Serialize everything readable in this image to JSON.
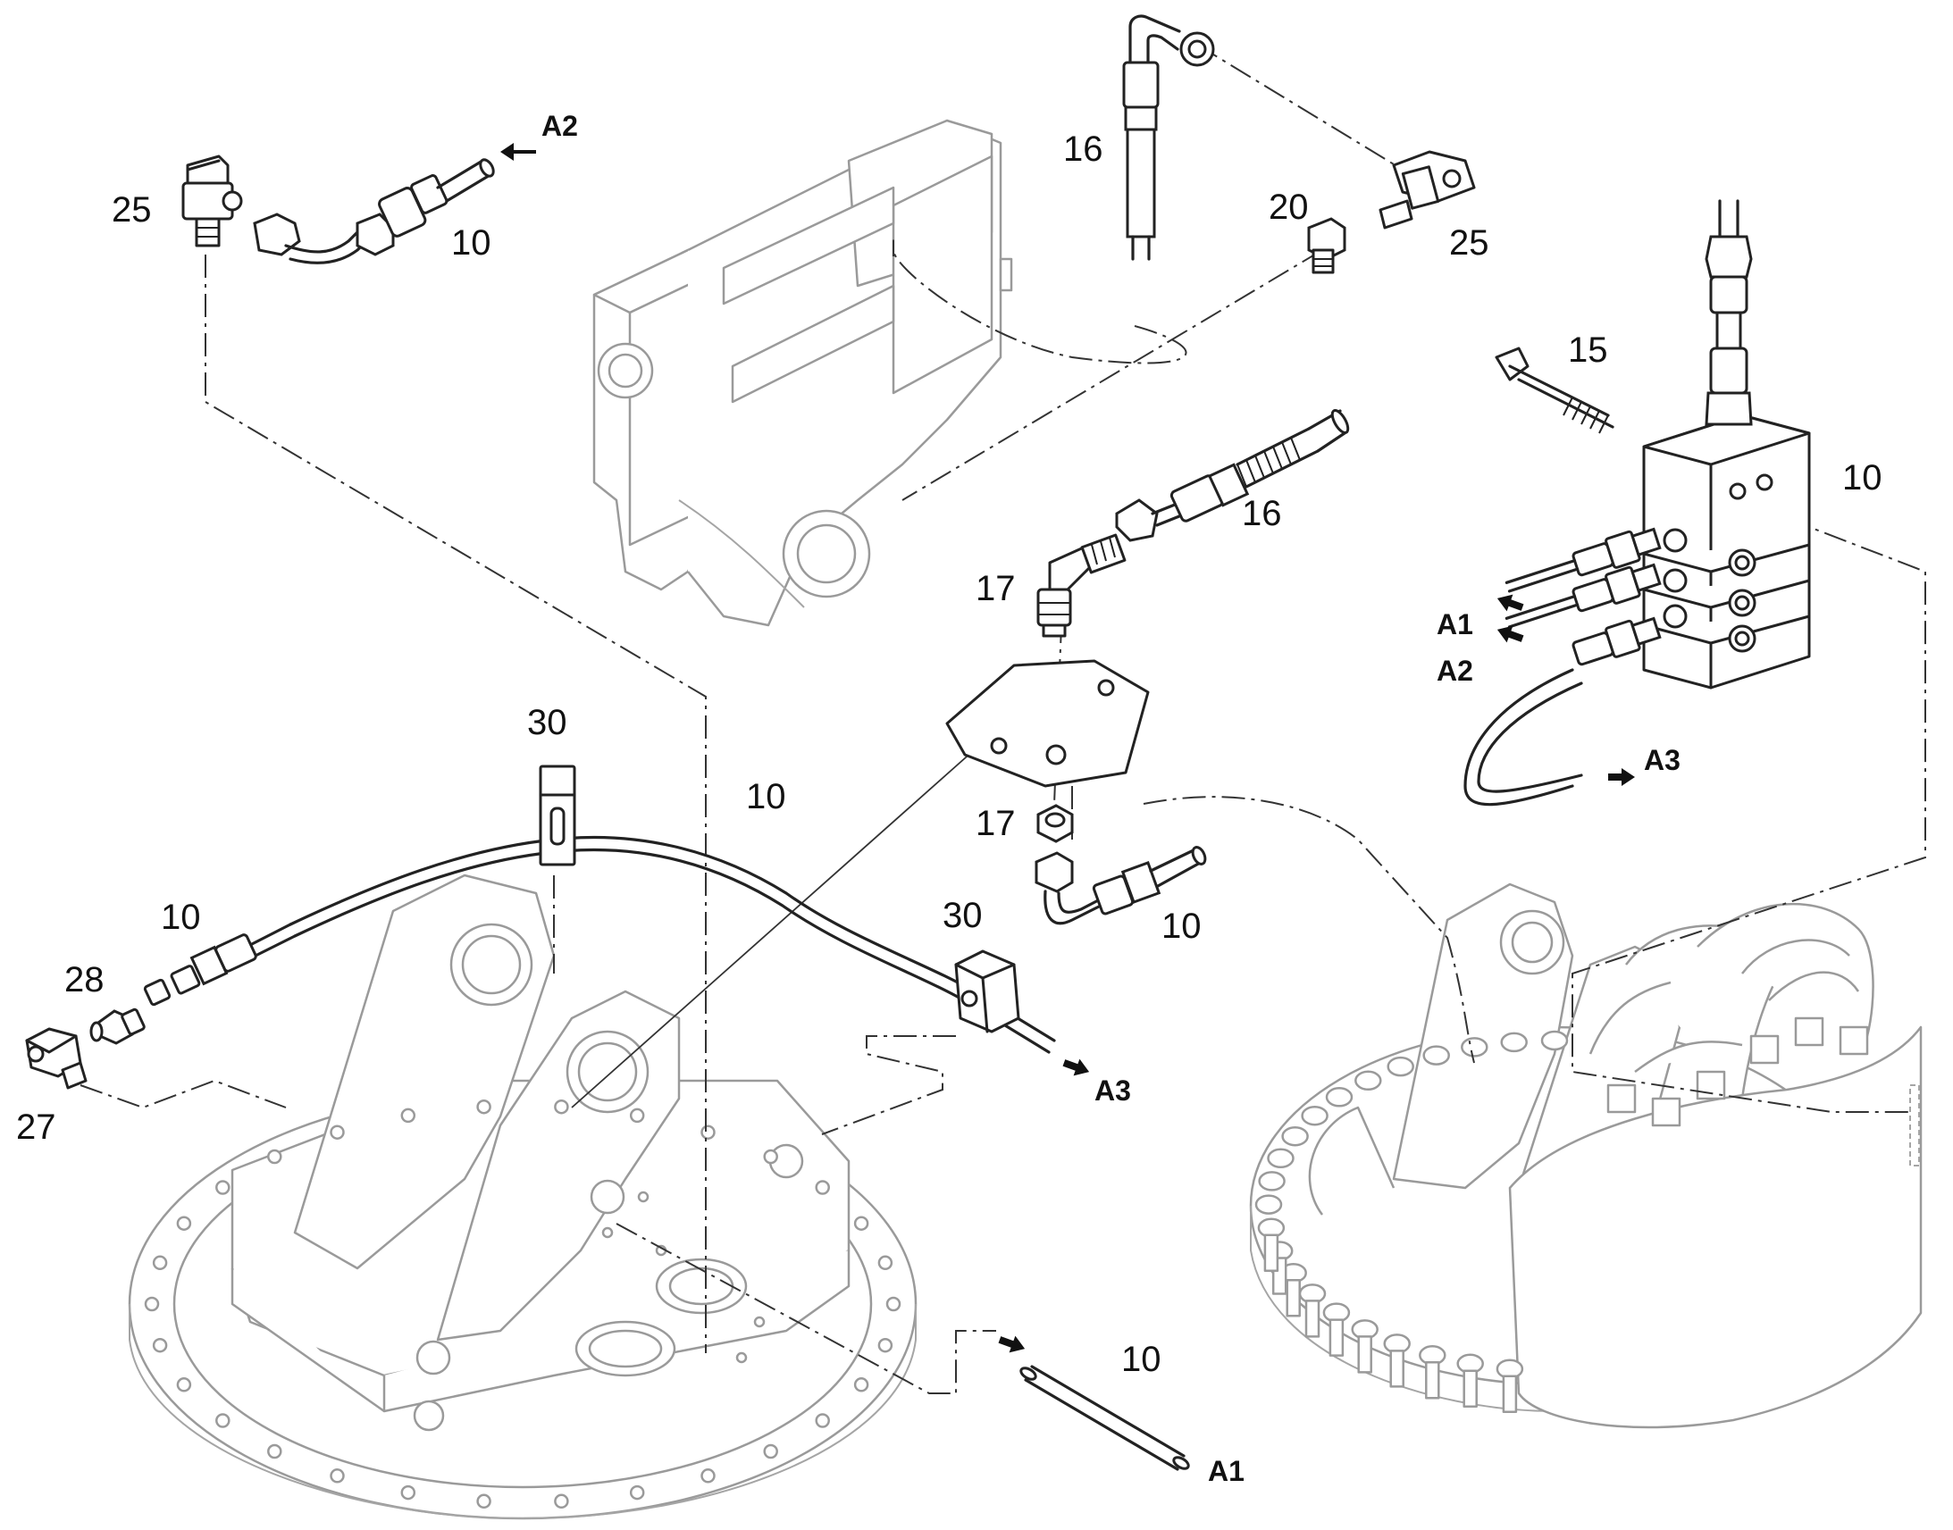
{
  "callouts": {
    "c25_left": "25",
    "c10_top_left": "10",
    "c16_top": "16",
    "c20": "20",
    "c25_right": "25",
    "c15": "15",
    "c10_block": "10",
    "c16_mid": "16",
    "c17_elbow": "17",
    "c30_top": "30",
    "c10_long_tube": "10",
    "c17_nut": "17",
    "c10_left": "10",
    "c28": "28",
    "c27": "27",
    "c30_right": "30",
    "c10_center": "10",
    "c10_bottom": "10"
  },
  "flow_tags": {
    "a2_top": "A2",
    "a1_block": "A1",
    "a2_block": "A2",
    "a3_block": "A3",
    "a3_mid": "A3",
    "a1_bottom": "A1"
  },
  "colors": {
    "ink": "#222222",
    "ghost_component": "#9a9a9a",
    "background": "#ffffff"
  }
}
